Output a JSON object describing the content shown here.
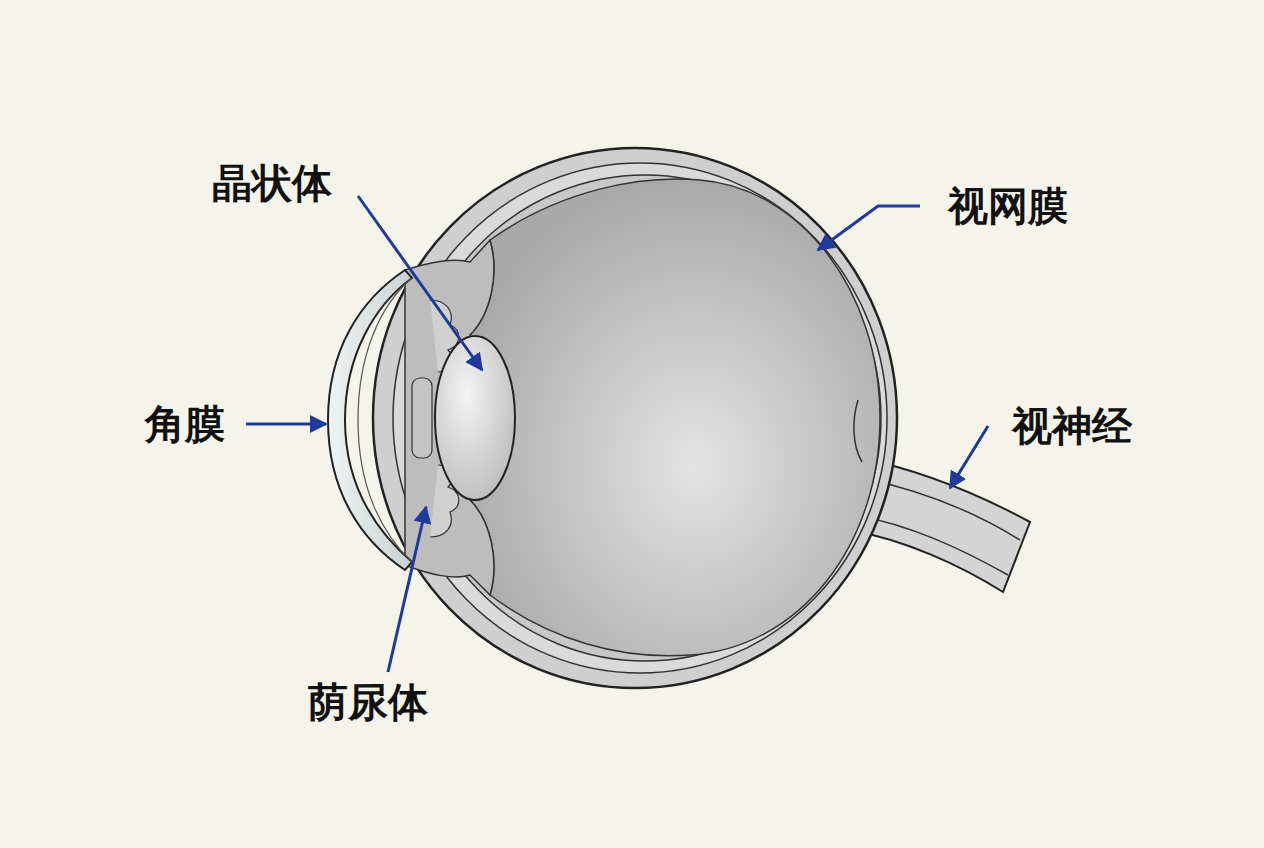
{
  "diagram": {
    "labels": [
      "晶状体",
      "视网膜",
      "角膜",
      "视神经",
      "荫尿体"
    ]
  }
}
